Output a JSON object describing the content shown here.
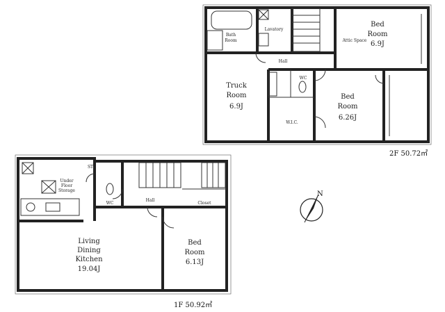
{
  "floors": {
    "second": {
      "area_label": "2F 50.72㎡",
      "rooms": {
        "bed_top_right": {
          "name": "Bed",
          "name2": "Room",
          "size": "6.9J"
        },
        "bath": {
          "name": "Bath",
          "name2": "Room"
        },
        "lavatory": {
          "name": "Lavatory"
        },
        "hall": {
          "name": "Hall"
        },
        "wc": {
          "name": "WC"
        },
        "truck": {
          "name": "Truck",
          "name2": "Room",
          "size": "6.9J"
        },
        "bed_mid": {
          "name": "Bed",
          "name2": "Room",
          "size": "6.26J"
        },
        "wic": {
          "name": "W.I.C."
        },
        "attic_space": {
          "name": "Attic Space"
        }
      }
    },
    "first": {
      "area_label": "1F 50.92㎡",
      "rooms": {
        "ldk": {
          "name": "Living",
          "name2": "Dining",
          "name3": "Kitchen",
          "size": "19.04J"
        },
        "bed": {
          "name": "Bed",
          "name2": "Room",
          "size": "6.13J"
        },
        "hall": {
          "name": "Hall"
        },
        "wc": {
          "name": "WC"
        },
        "closet": {
          "name": "Closet"
        },
        "st": {
          "name": "ST"
        },
        "under_floor": {
          "name": "Under",
          "name2": "Floor",
          "name3": "Storage"
        }
      }
    }
  },
  "compass": {
    "label": "N"
  }
}
